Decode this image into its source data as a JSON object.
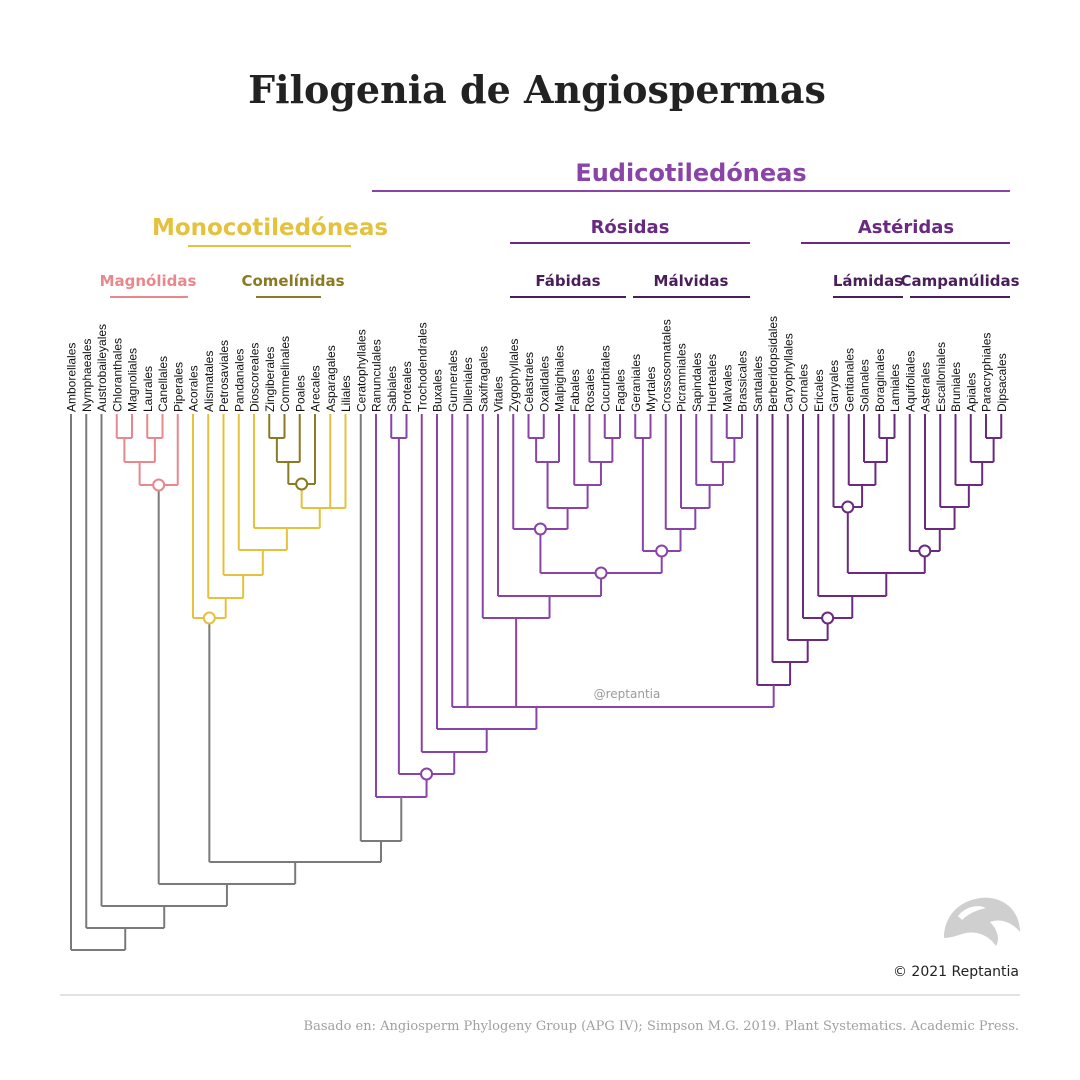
{
  "title": "Filogenia de Angiospermas",
  "colors": {
    "basal": "#7a7a7a",
    "magnoliids": "#e8888c",
    "monocots": "#e4c23e",
    "commelinids": "#8a7a22",
    "eudicots": "#8a44a8",
    "superasterids": "#6a2a80",
    "lamiids": "#4a1e5a"
  },
  "groups": {
    "eudicots": "Eudicotiledóneas",
    "monocots": "Monocotiledóneas",
    "rosids": "Rósidas",
    "asterids": "Astéridas",
    "magnoliids": "Magnólidas",
    "commelinids": "Comelínidas",
    "fabids": "Fábidas",
    "malvids": "Málvidas",
    "lamiids": "Lámidas",
    "campanulids": "Campanúlidas"
  },
  "orders": [
    "Amborellales",
    "Nymphaeales",
    "Austrobaileyales",
    "Chloranthales",
    "Magnoliales",
    "Laurales",
    "Canellales",
    "Piperales",
    "Acorales",
    "Alismatales",
    "Petrosaviales",
    "Pandanales",
    "Dioscoreales",
    "Zingiberales",
    "Commelinales",
    "Poales",
    "Arecales",
    "Asparagales",
    "Liliales",
    "Ceratophyllales",
    "Ranunculales",
    "Sabiales",
    "Proteales",
    "Trochodendrales",
    "Buxales",
    "Gunnerales",
    "Dilleniales",
    "Saxifragales",
    "Vitales",
    "Zygophyllales",
    "Celastrales",
    "Oxalidales",
    "Malpighiales",
    "Fabales",
    "Rosales",
    "Cucurbitales",
    "Fagales",
    "Geraniales",
    "Myrtales",
    "Crossosomatales",
    "Picramniales",
    "Sapindales",
    "Huerteales",
    "Malvales",
    "Brassicales",
    "Santalales",
    "Berberidopsidales",
    "Caryophyllales",
    "Cornales",
    "Ericales",
    "Garryales",
    "Gentianales",
    "Solanales",
    "Boraginales",
    "Lamiales",
    "Aquifoliales",
    "Asterales",
    "Escalloniales",
    "Bruniales",
    "Apiales",
    "Paracryphiales",
    "Dipsacales"
  ],
  "watermark": "@reptantia",
  "copyright": "© 2021 Reptantia",
  "source": "Basado en: Angiosperm Phylogeny Group (APG IV); Simpson M.G. 2019. Plant Systematics. Academic Press."
}
